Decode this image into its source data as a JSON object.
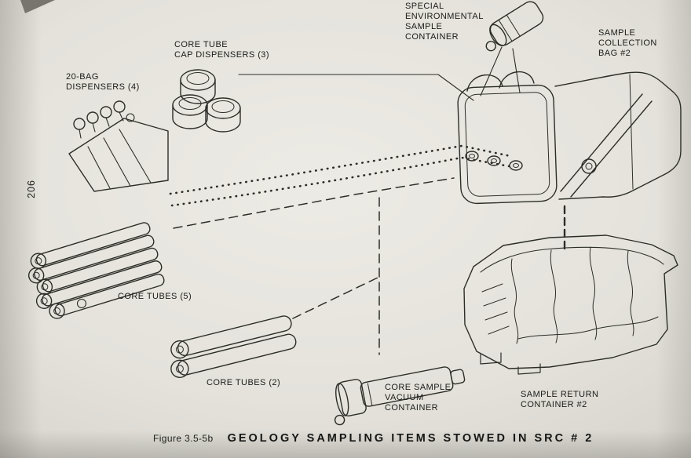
{
  "page": {
    "page_number": "206",
    "figure": {
      "label": "Figure 3.5-5b",
      "title": "GEOLOGY SAMPLING ITEMS STOWED IN SRC # 2"
    }
  },
  "callouts": {
    "special_environmental_sample_container": "SPECIAL\nENVIRONMENTAL\nSAMPLE\nCONTAINER",
    "sample_collection_bag_2": "SAMPLE\nCOLLECTION\nBAG #2",
    "core_tube_cap_dispensers": "CORE TUBE\nCAP DISPENSERS (3)",
    "twenty_bag_dispensers": "20-BAG\nDISPENSERS (4)",
    "core_tubes_5": "CORE TUBES (5)",
    "core_tubes_2": "CORE TUBES (2)",
    "core_sample_vacuum_container": "CORE SAMPLE\nVACUUM\nCONTAINER",
    "sample_return_container_2": "SAMPLE RETURN\nCONTAINER #2"
  },
  "colors": {
    "ink": "#2d2d28",
    "paper": "#e4e2db"
  }
}
